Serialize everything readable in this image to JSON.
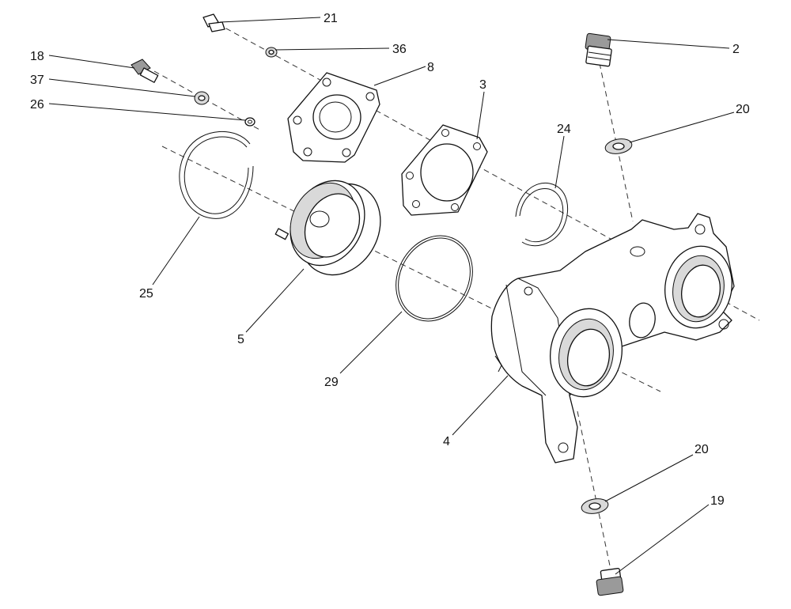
{
  "callouts": [
    "21",
    "36",
    "2",
    "18",
    "8",
    "37",
    "3",
    "26",
    "20",
    "24",
    "25",
    "5",
    "29",
    "4",
    "20",
    "19"
  ],
  "colors": {
    "ink": "#111111",
    "paper": "#ffffff",
    "shade": "#d9d9d9"
  }
}
